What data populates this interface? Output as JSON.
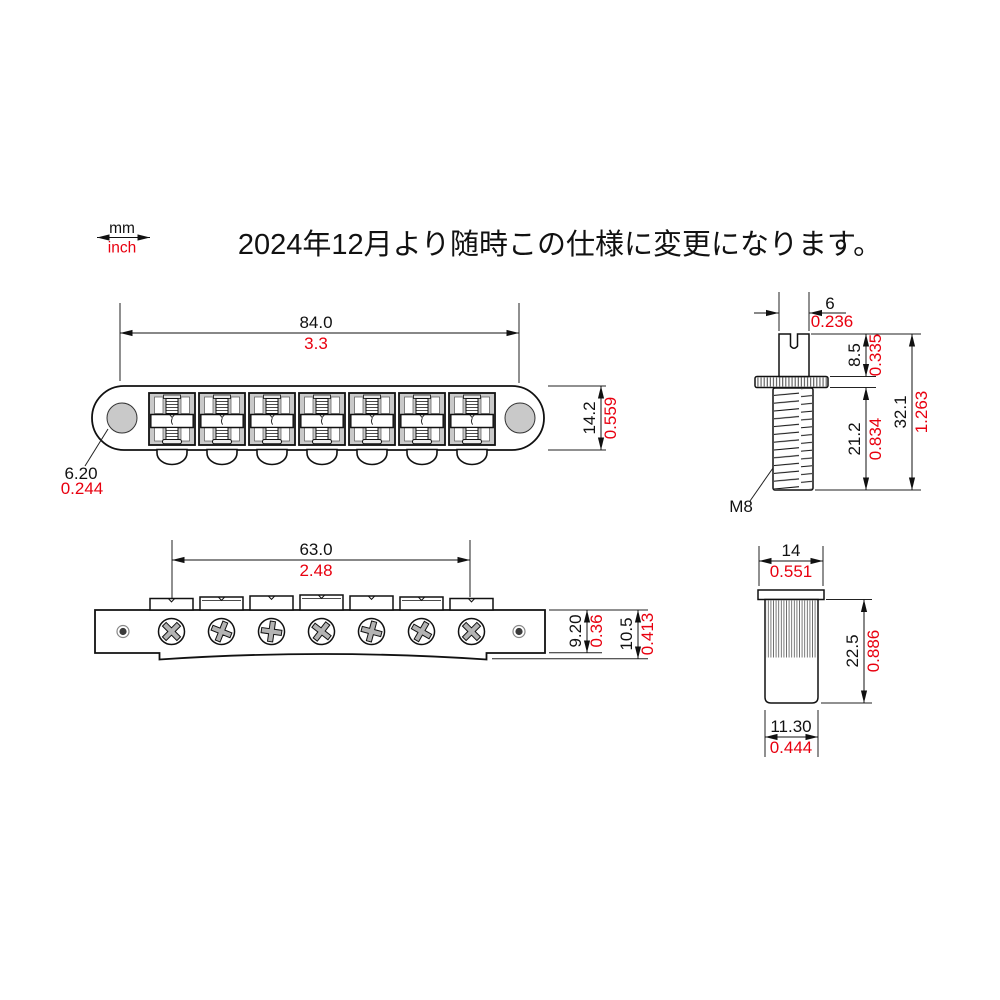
{
  "title": "2024年12月より随時この仕様に変更になります。",
  "legend": {
    "mm": "mm",
    "inch": "inch"
  },
  "top_view": {
    "width_mm": "84.0",
    "width_inch": "3.3",
    "depth_mm": "14.2",
    "depth_inch": "0.559",
    "post_hole_mm": "6.20",
    "post_hole_inch": "0.244"
  },
  "stud": {
    "tip_dia_mm": "6",
    "tip_dia_inch": "0.236",
    "head_h_mm": "8.5",
    "head_h_inch": "0.335",
    "thread_len_mm": "21.2",
    "thread_len_inch": "0.834",
    "total_len_mm": "32.1",
    "total_len_inch": "1.263",
    "thread_spec": "M8"
  },
  "front_view": {
    "spread_mm": "63.0",
    "spread_inch": "2.48",
    "body_h_mm": "9.20",
    "body_h_inch": "0.36",
    "total_h_mm": "10.5",
    "total_h_inch": "0.413"
  },
  "bushing": {
    "flange_dia_mm": "14",
    "flange_dia_inch": "0.551",
    "length_mm": "22.5",
    "length_inch": "0.886",
    "body_dia_mm": "11.30",
    "body_dia_inch": "0.444"
  },
  "colors": {
    "ink": "#111111",
    "inch_red": "#e8000f",
    "metal_gray": "#c9c9c9"
  }
}
